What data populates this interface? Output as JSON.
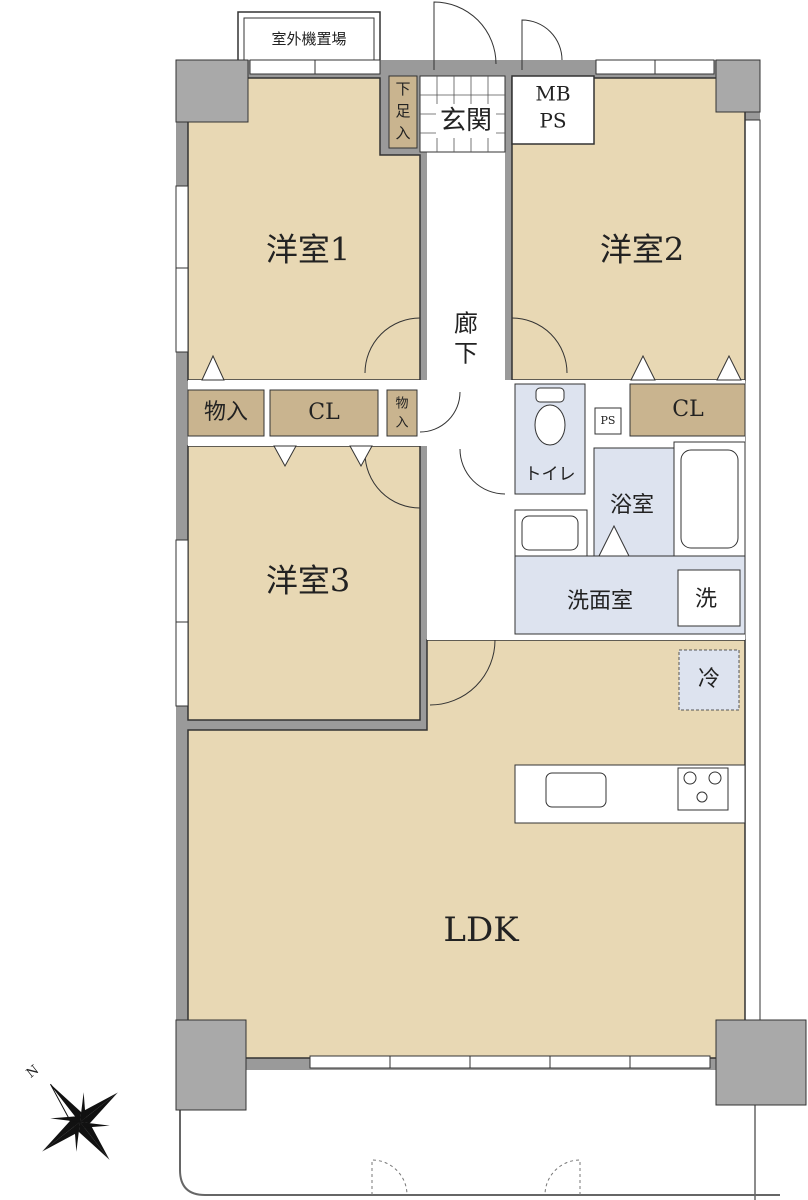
{
  "colors": {
    "room": "#e8d8b4",
    "storage": "#c9b48f",
    "wet": "#dde3ef",
    "wall": "#9a9a9a",
    "line": "#333333",
    "column": "#a9a9a9"
  },
  "labels": {
    "outdoor_unit": "室外機置場",
    "shoe_1": "下",
    "shoe_2": "足",
    "shoe_3": "入",
    "entrance": "玄関",
    "mb": "MB",
    "ps_top": "PS",
    "room1": "洋室1",
    "room2": "洋室2",
    "room3": "洋室3",
    "corridor_1": "廊",
    "corridor_2": "下",
    "storage_left": "物入",
    "cl_left": "CL",
    "storage_small_1": "物",
    "storage_small_2": "入",
    "ps_small": "PS",
    "cl_right": "CL",
    "toilet": "トイレ",
    "bath": "浴室",
    "washroom": "洗面室",
    "washer": "洗",
    "fridge": "冷",
    "ldk": "LDK",
    "north": "N"
  }
}
